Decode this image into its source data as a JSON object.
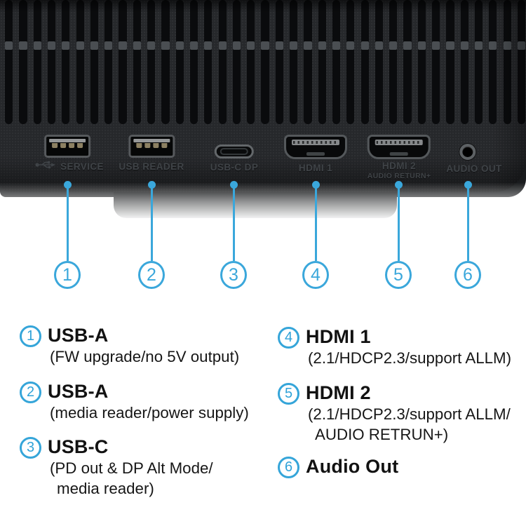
{
  "colors": {
    "accent_blue": "#3aa7db",
    "panel_dark": "#26282b"
  },
  "ports": [
    {
      "label": "SERVICE",
      "icon": "usb-trident-icon"
    },
    {
      "label": "USB READER"
    },
    {
      "label": "USB-C DP"
    },
    {
      "label": "HDMI 1"
    },
    {
      "label": "HDMI 2",
      "sublabel": "AUDIO RETURN+"
    },
    {
      "label": "AUDIO OUT"
    }
  ],
  "callouts": {
    "numbers": [
      "1",
      "2",
      "3",
      "4",
      "5",
      "6"
    ]
  },
  "legend": {
    "left": [
      {
        "num": "1",
        "title": "USB-A",
        "desc": [
          "(FW upgrade/no 5V output)"
        ]
      },
      {
        "num": "2",
        "title": "USB-A",
        "desc": [
          "(media reader/power supply)"
        ]
      },
      {
        "num": "3",
        "title": "USB-C",
        "desc": [
          "(PD out & DP Alt Mode/",
          "media reader)"
        ]
      }
    ],
    "right": [
      {
        "num": "4",
        "title": "HDMI 1",
        "desc": [
          "(2.1/HDCP2.3/support ALLM)"
        ]
      },
      {
        "num": "5",
        "title": "HDMI 2",
        "desc": [
          "(2.1/HDCP2.3/support ALLM/",
          "AUDIO RETRUN+)"
        ]
      },
      {
        "num": "6",
        "title": "Audio Out",
        "desc": []
      }
    ]
  }
}
